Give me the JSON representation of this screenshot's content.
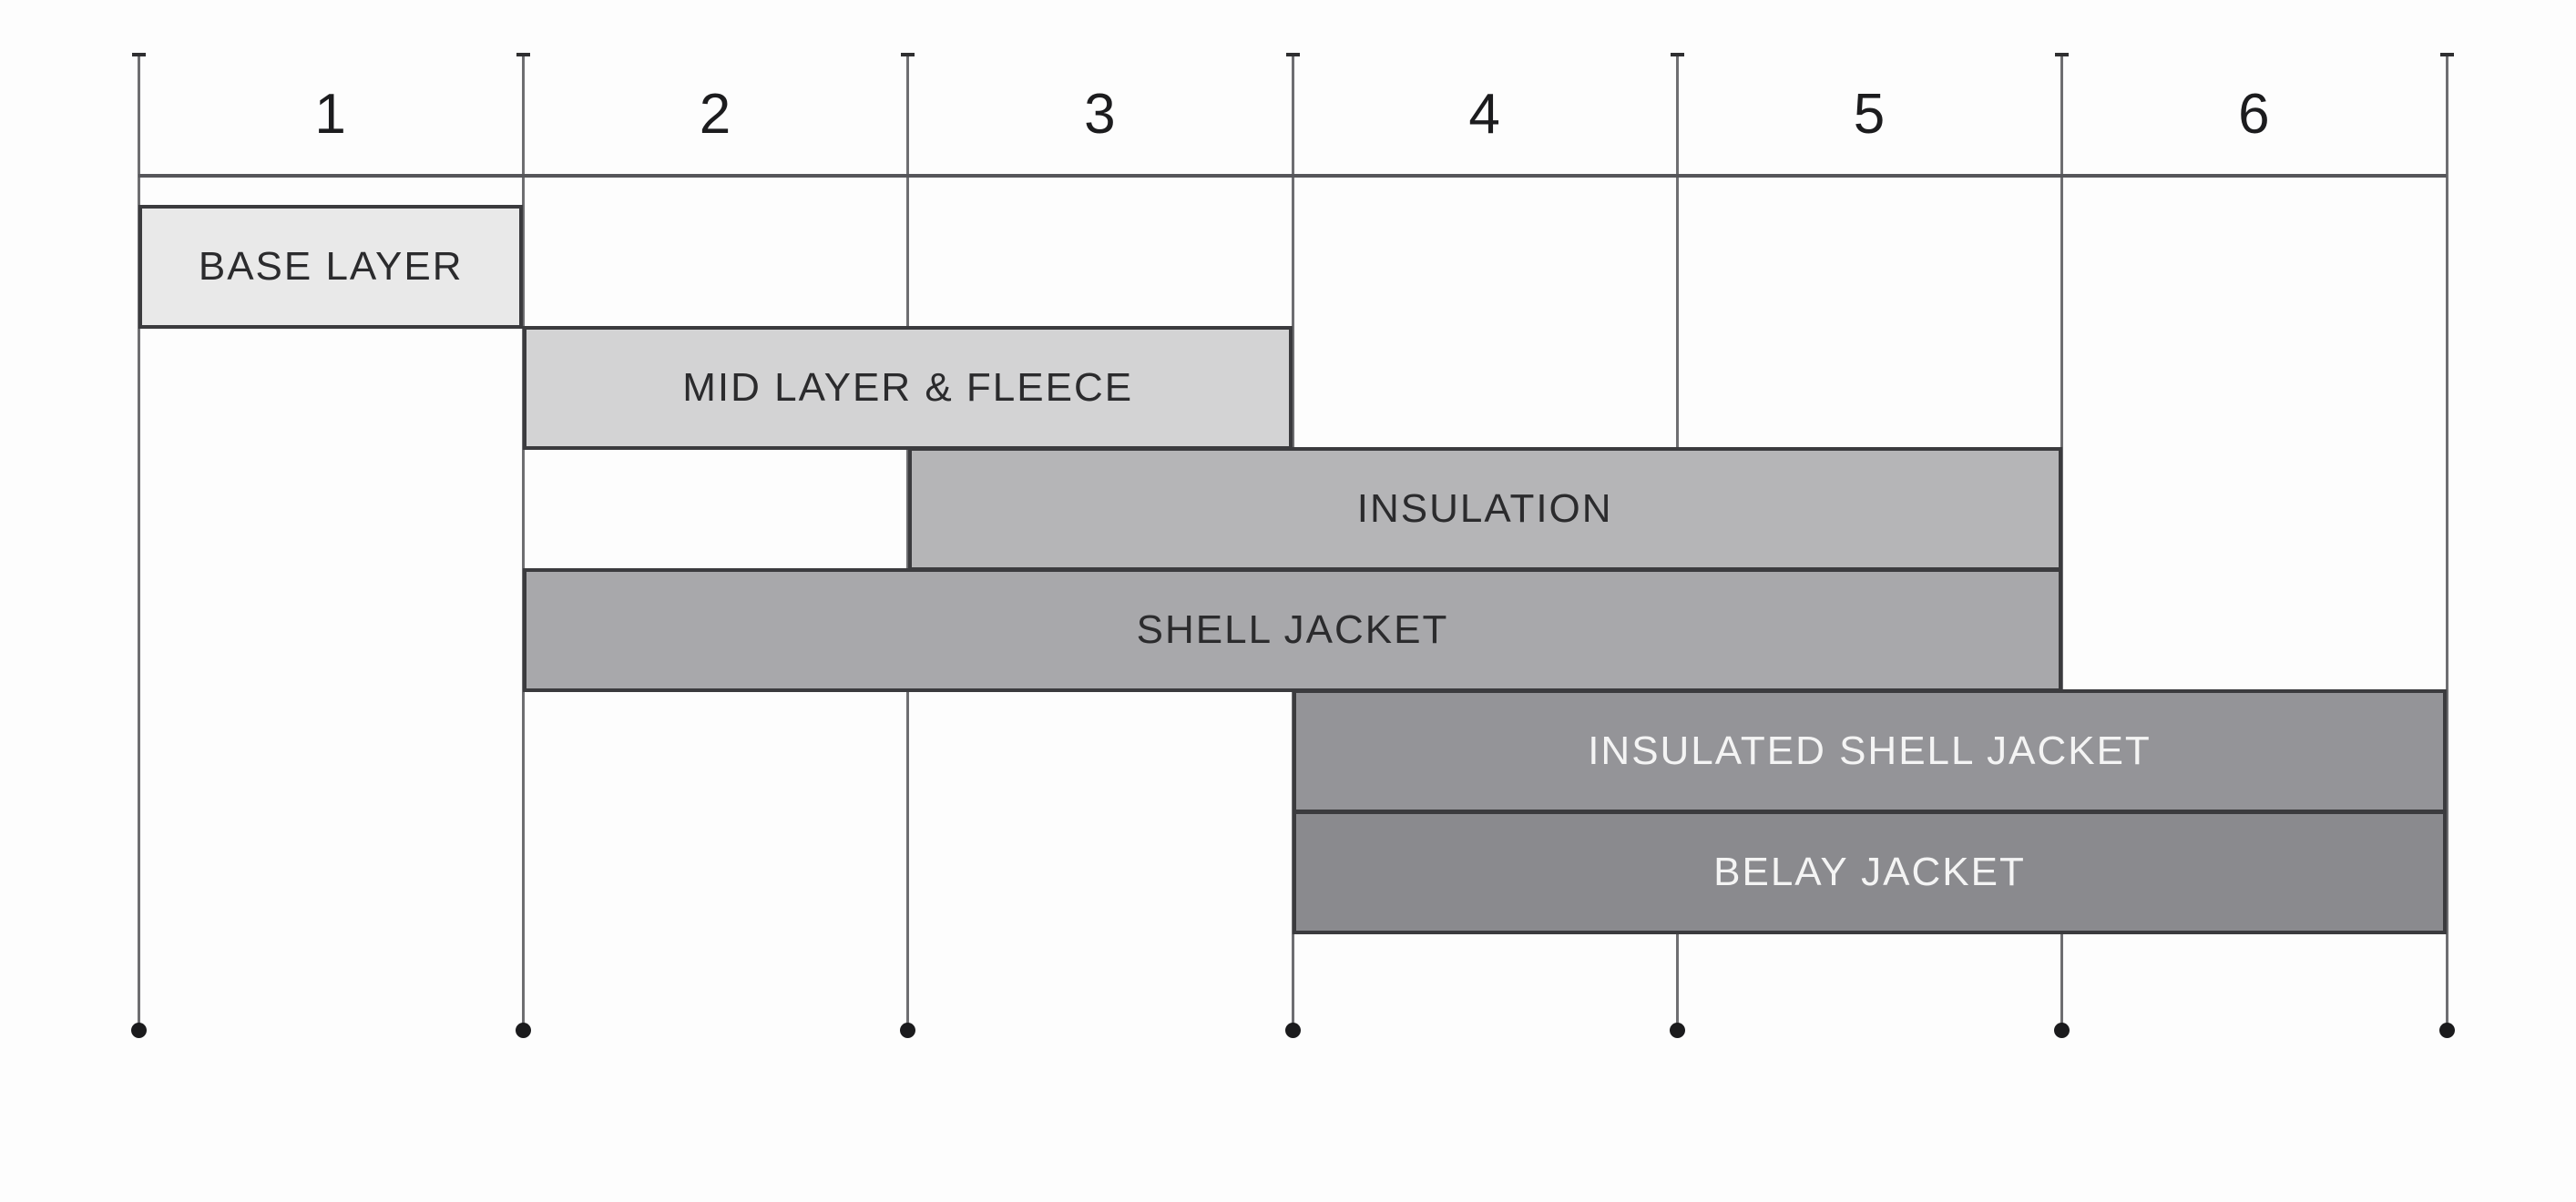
{
  "chart_data": {
    "type": "bar",
    "variant": "gantt-span-chart",
    "orientation": "horizontal",
    "title": "",
    "xlabel": "",
    "ylabel": "",
    "grid": "vertical-lines-with-top-caps-and-bottom-dots",
    "x_axis": {
      "position": "top",
      "range": [
        1,
        7
      ],
      "boundary_lines": [
        1,
        2,
        3,
        4,
        5,
        6,
        7
      ],
      "column_labels": [
        "1",
        "2",
        "3",
        "4",
        "5",
        "6"
      ]
    },
    "series": [
      {
        "name": "BASE LAYER",
        "start": 1,
        "end": 2,
        "row": 1,
        "fill": "#e9e9e9",
        "text_color": "#2b2b2d"
      },
      {
        "name": "MID LAYER & FLEECE",
        "start": 2,
        "end": 4,
        "row": 2,
        "fill": "#d3d3d4",
        "text_color": "#2b2b2d"
      },
      {
        "name": "INSULATION",
        "start": 3,
        "end": 6,
        "row": 3,
        "fill": "#b5b5b7",
        "text_color": "#2b2b2d"
      },
      {
        "name": "SHELL JACKET",
        "start": 2,
        "end": 6,
        "row": 4,
        "fill": "#a8a8ab",
        "text_color": "#2b2b2d"
      },
      {
        "name": "INSULATED SHELL JACKET",
        "start": 4,
        "end": 7,
        "row": 5,
        "fill": "#949498",
        "text_color": "#f4f4f4"
      },
      {
        "name": "BELAY JACKET",
        "start": 4,
        "end": 7,
        "row": 6,
        "fill": "#8a8a8e",
        "text_color": "#f4f4f4"
      }
    ],
    "colors": {
      "background": "#fdfdfd",
      "grid_line": "#6e6e71",
      "grid_top_cap": "#2f2f31",
      "grid_bottom_dot": "#1b1b1d",
      "header_rule": "#56565a",
      "bar_border": "#3b3b3e",
      "column_number": "#1c1c1e"
    }
  }
}
